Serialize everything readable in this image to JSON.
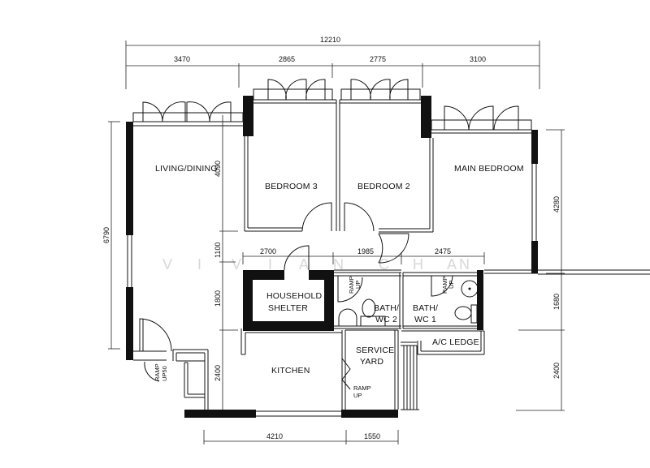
{
  "plan": {
    "overall_width": "12210",
    "top_dimensions": [
      "3470",
      "2865",
      "2775",
      "3100"
    ],
    "left_dimension": "6790",
    "inner_left_dimensions": [
      "4090",
      "1100",
      "1800",
      "2400"
    ],
    "right_dimensions": [
      "4280",
      "1680",
      "2400"
    ],
    "corridor_dimensions": [
      "2700",
      "1985",
      "2475"
    ],
    "bottom_dimensions": [
      "4210",
      "1550"
    ]
  },
  "rooms": {
    "living_dining": "LIVING/DINING",
    "bedroom3": "BEDROOM 3",
    "bedroom2": "BEDROOM 2",
    "main_bedroom": "MAIN BEDROOM",
    "household_shelter_line1": "HOUSEHOLD",
    "household_shelter_line2": "SHELTER",
    "bath2_line1": "BATH/",
    "bath2_line2": "WC 2",
    "bath1_line1": "BATH/",
    "bath1_line2": "WC 1",
    "kitchen": "KITCHEN",
    "service_yard_line1": "SERVICE",
    "service_yard_line2": "YARD",
    "ac_ledge": "A/C LEDGE"
  },
  "annotations": {
    "ramp": "RAMP",
    "up": "UP",
    "up50": "UP50"
  },
  "watermark": [
    "V",
    "I",
    "V",
    "I",
    "A",
    "N",
    "C",
    "H",
    "A",
    "N"
  ]
}
